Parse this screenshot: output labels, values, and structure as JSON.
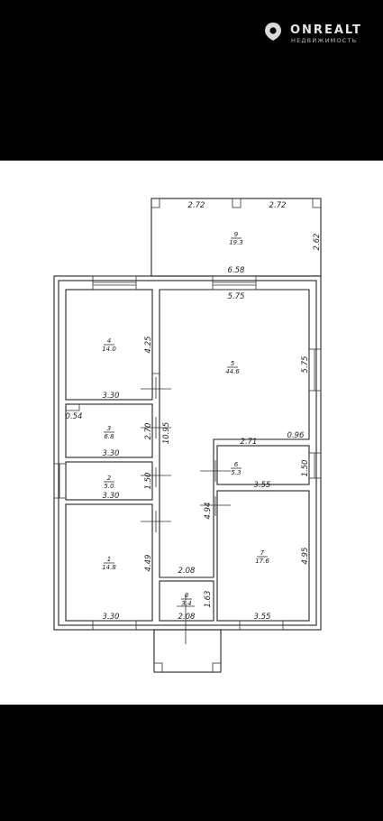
{
  "brand": {
    "name": "ONREALT",
    "subtitle": "НЕДВИЖИМОСТЬ"
  },
  "rooms": [
    {
      "num": "1",
      "area": "14.8"
    },
    {
      "num": "2",
      "area": "5.0"
    },
    {
      "num": "3",
      "area": "6.8"
    },
    {
      "num": "4",
      "area": "14.0"
    },
    {
      "num": "5",
      "area": "44.6"
    },
    {
      "num": "6",
      "area": "5.3"
    },
    {
      "num": "7",
      "area": "17.6"
    },
    {
      "num": "8",
      "area": "3.4"
    },
    {
      "num": "9",
      "area": "19.3"
    }
  ],
  "dims": {
    "terrace_left": "2.72",
    "terrace_right": "2.72",
    "terrace_depth": "2.62",
    "terrace_width": "6.58",
    "r5_top": "5.75",
    "r5_right": "5.75",
    "r4_height": "4.25",
    "r4_width": "3.30",
    "r3_offset": "0.54",
    "r3_height": "2.70",
    "r3_width": "3.30",
    "hall_length": "10.95",
    "r2_height": "1.50",
    "r2_width": "3.30",
    "r1_height": "4.49",
    "r1_width": "3.30",
    "corr_width": "2.71",
    "corr_step": "0.96",
    "r6_height": "1.50",
    "r6_width": "3.55",
    "r7_width": "3.55",
    "r7_height": "4.95",
    "hall_lower": "4.94",
    "r8_top": "2.08",
    "r8_bottom": "2.08",
    "r8_height": "1.63"
  }
}
